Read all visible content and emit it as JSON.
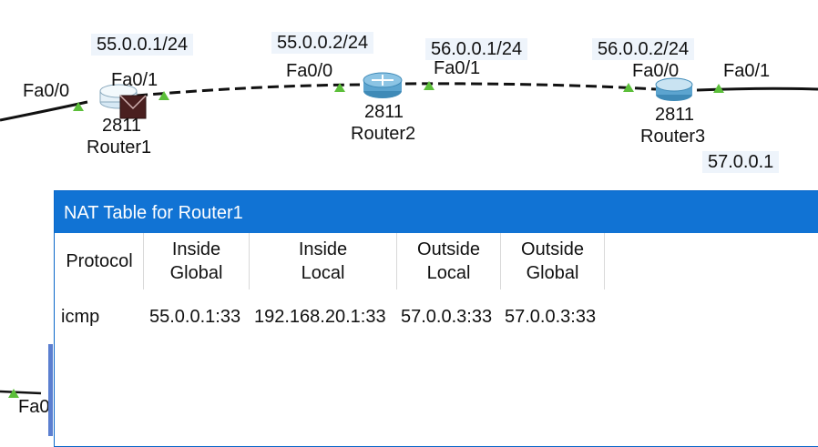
{
  "topology": {
    "ip_labels": {
      "r1_fa01_ip": "55.0.0.1/24",
      "r2_fa00_ip": "55.0.0.2/24",
      "r2_fa01_ip": "56.0.0.1/24",
      "r3_fa00_ip": "56.0.0.2/24",
      "r3_fa01_ip": "57.0.0.1"
    },
    "ports": {
      "r1_fa00": "Fa0/0",
      "r1_fa01": "Fa0/1",
      "r2_fa00": "Fa0/0",
      "r2_fa01": "Fa0/1",
      "r3_fa00": "Fa0/0",
      "r3_fa01": "Fa0/1",
      "bottom_left": "Fa0"
    },
    "devices": [
      {
        "model": "2811",
        "name": "Router1"
      },
      {
        "model": "2811",
        "name": "Router2"
      },
      {
        "model": "2811",
        "name": "Router3"
      }
    ],
    "colors": {
      "port_indicator": "#5cbf3a",
      "link": "#111111"
    }
  },
  "nat_window": {
    "title": "NAT Table for Router1",
    "titlebar_color": "#1173d4",
    "columns": [
      "Protocol",
      "Inside\nGlobal",
      "Inside\nLocal",
      "Outside\nLocal",
      "Outside\nGlobal"
    ],
    "rows": [
      [
        "icmp",
        "55.0.0.1:33",
        "192.168.20.1:33",
        "57.0.0.3:33",
        "57.0.0.3:33"
      ]
    ]
  }
}
